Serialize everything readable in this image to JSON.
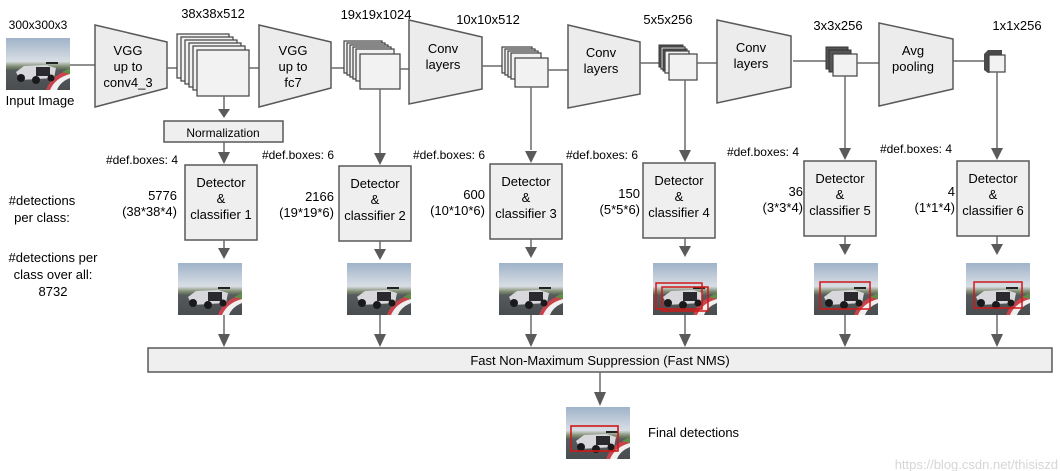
{
  "input": {
    "dims": "300x300x3",
    "label": "Input Image"
  },
  "backbone": [
    {
      "id": "vgg1",
      "lines": [
        "VGG",
        "up to",
        "conv4_3"
      ]
    },
    {
      "id": "vgg2",
      "lines": [
        "VGG",
        "up to",
        "fc7"
      ]
    },
    {
      "id": "conv1",
      "lines": [
        "Conv",
        "layers"
      ]
    },
    {
      "id": "conv2",
      "lines": [
        "Conv",
        "layers"
      ]
    },
    {
      "id": "conv3",
      "lines": [
        "Conv",
        "layers"
      ]
    },
    {
      "id": "avgpool",
      "lines": [
        "Avg",
        "pooling"
      ]
    }
  ],
  "feature_maps": [
    {
      "dims": "38x38x512"
    },
    {
      "dims": "19x19x1024"
    },
    {
      "dims": "10x10x512"
    },
    {
      "dims": "5x5x256"
    },
    {
      "dims": "3x3x256"
    },
    {
      "dims": "1x1x256"
    }
  ],
  "normalization_label": "Normalization",
  "detectors": [
    {
      "def_boxes": "#def.boxes: 4",
      "count": "5776",
      "formula": "(38*38*4)",
      "lines": [
        "Detector",
        "&",
        "classifier 1"
      ]
    },
    {
      "def_boxes": "#def.boxes: 6",
      "count": "2166",
      "formula": "(19*19*6)",
      "lines": [
        "Detector",
        "&",
        "classifier 2"
      ]
    },
    {
      "def_boxes": "#def.boxes: 6",
      "count": "600",
      "formula": "(10*10*6)",
      "lines": [
        "Detector",
        "&",
        "classifier 3"
      ]
    },
    {
      "def_boxes": "#def.boxes: 6",
      "count": "150",
      "formula": "(5*5*6)",
      "lines": [
        "Detector",
        "&",
        "classifier 4"
      ]
    },
    {
      "def_boxes": "#def.boxes: 4",
      "count": "36",
      "formula": "(3*3*4)",
      "lines": [
        "Detector",
        "&",
        "classifier 5"
      ]
    },
    {
      "def_boxes": "#def.boxes: 4",
      "count": "4",
      "formula": "(1*1*4)",
      "lines": [
        "Detector",
        "&",
        "classifier 6"
      ]
    }
  ],
  "left_labels": {
    "per_class": [
      "#detections",
      "per class:"
    ],
    "over_all": [
      "#detections per",
      "class over all:",
      "8732"
    ]
  },
  "nms_label": "Fast Non-Maximum  Suppression (Fast NMS)",
  "final_label": "Final detections",
  "watermark": "https://blog.csdn.net/thisiszd",
  "colors": {
    "box_fill": "#efefef",
    "stroke": "#595959",
    "detection_box": "#d01818"
  }
}
